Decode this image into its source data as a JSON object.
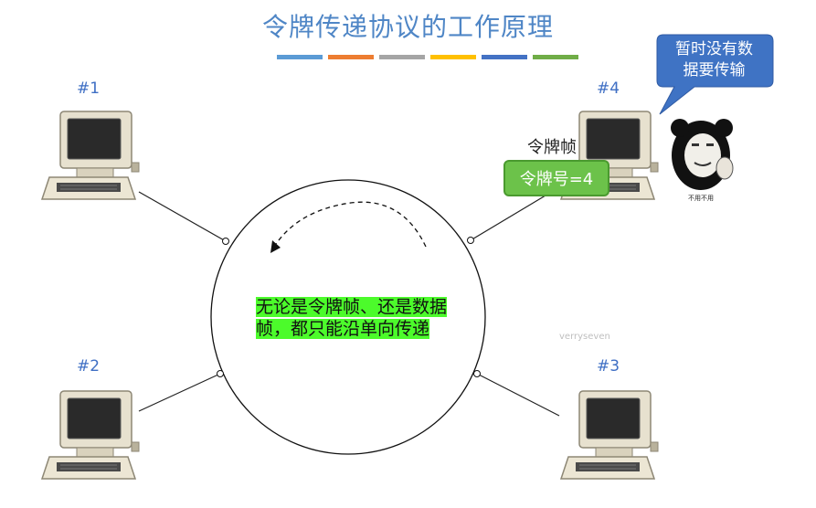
{
  "title": "令牌传递协议的工作原理",
  "title_bar_colors": [
    "#5b9bd5",
    "#ed7d31",
    "#a5a5a5",
    "#ffc000",
    "#4472c4",
    "#70ad47"
  ],
  "nodes": [
    {
      "id": "1",
      "label": "#1"
    },
    {
      "id": "2",
      "label": "#2"
    },
    {
      "id": "3",
      "label": "#3"
    },
    {
      "id": "4",
      "label": "#4"
    }
  ],
  "ring_note_lines": [
    "无论是令牌帧、还是数据",
    "帧，都只能沿单向传递"
  ],
  "frame_label": "令牌帧",
  "token_box_label": "令牌号=4",
  "speech_bubble_lines": [
    "暂时没有数",
    "据要传输"
  ],
  "meme_caption": "不用不用",
  "watermark": "verryseven",
  "colors": {
    "title": "#4f86c6",
    "highlight": "#4cfb2b",
    "bubble": "#3f73c4",
    "token_box": "#6cc24a",
    "node_label": "#3f6fc4"
  },
  "icons": {
    "computer": "computer-icon",
    "meme": "panda-meme-icon",
    "arrow": "dashed-arc-arrow-icon"
  }
}
